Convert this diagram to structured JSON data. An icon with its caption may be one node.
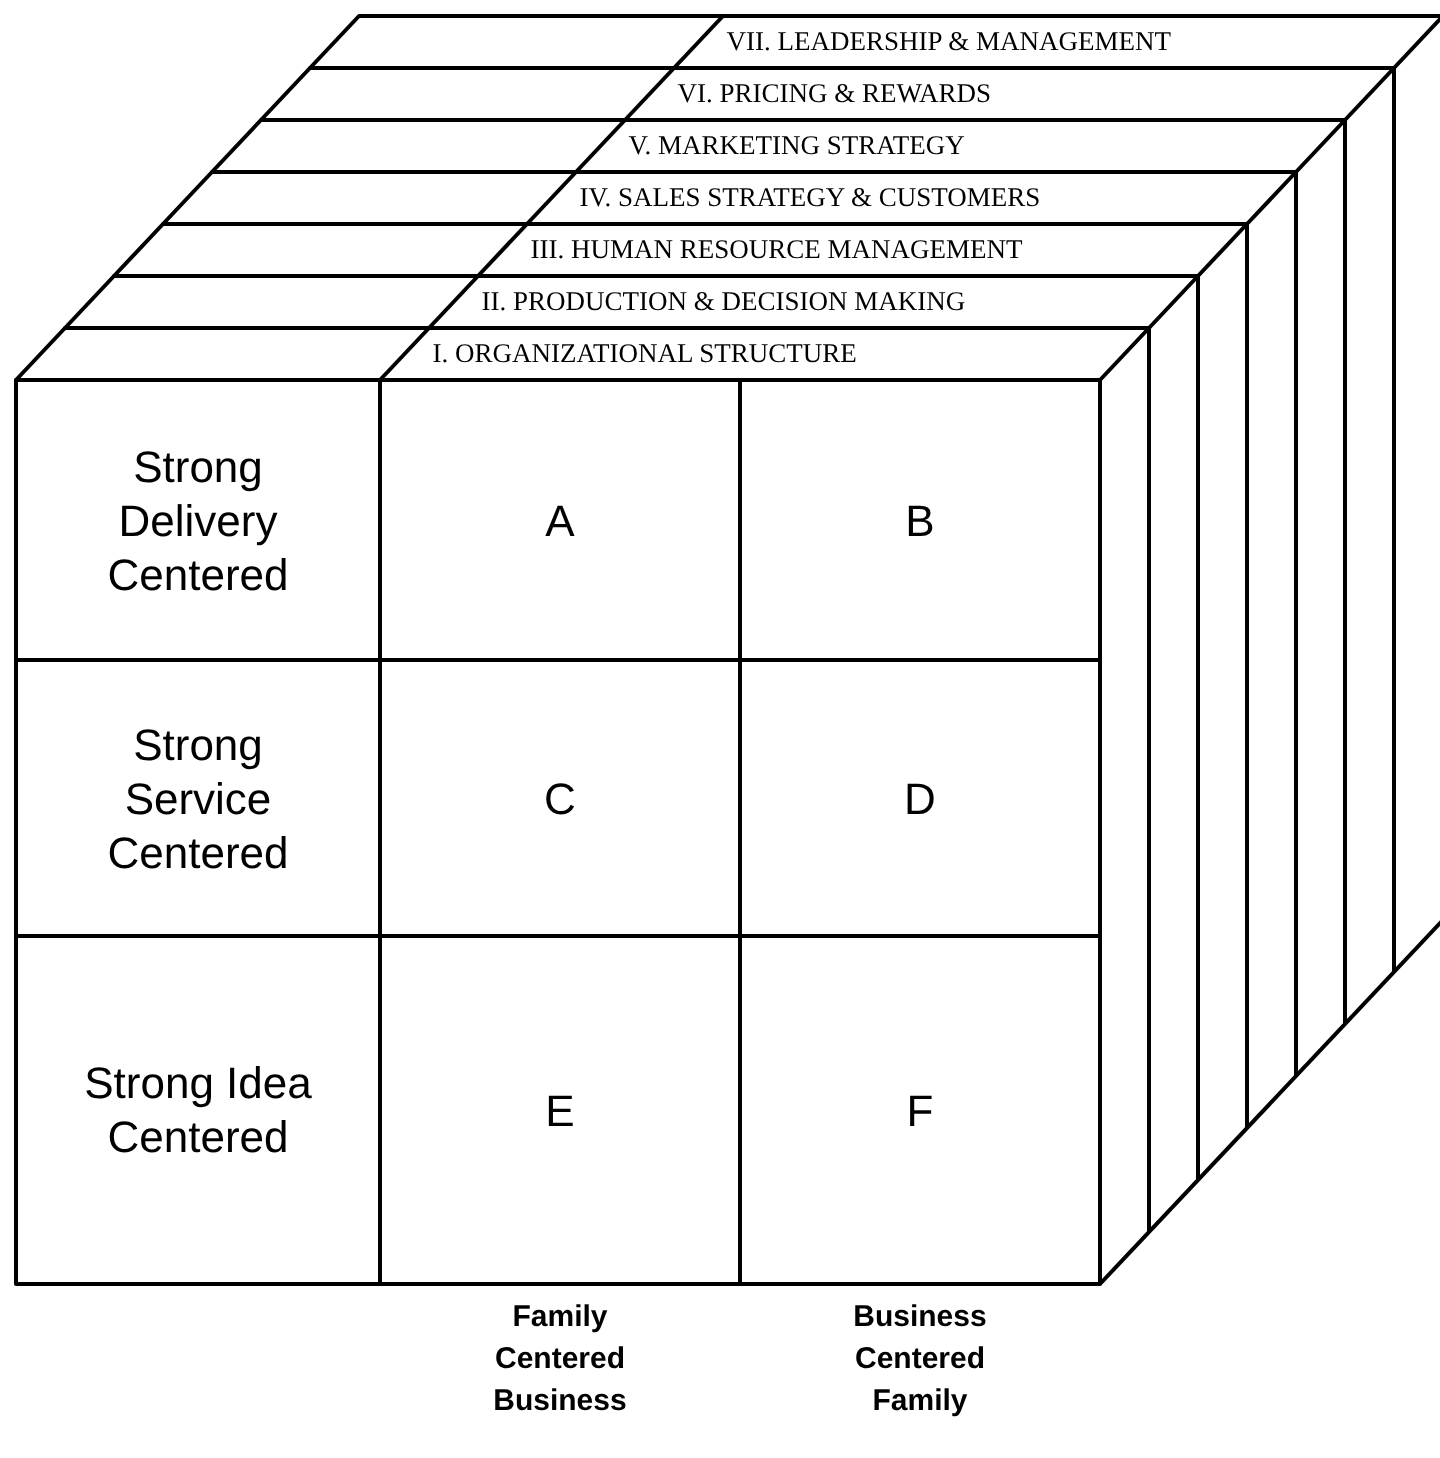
{
  "diagram": {
    "nodes": [
      {
        "text": [
          "VII. LEADERSHIP & MANAGEMENT"
        ]
      },
      {
        "text": [
          "VI. PRICING & REWARDS"
        ]
      },
      {
        "text": [
          "V. MARKETING STRATEGY"
        ]
      },
      {
        "text": [
          "IV. SALES STRATEGY & CUSTOMERS"
        ]
      },
      {
        "text": [
          "III. HUMAN RESOURCE MANAGEMENT"
        ]
      },
      {
        "text": [
          "II. PRODUCTION & DECISION MAKING"
        ]
      },
      {
        "text": [
          "I. ORGANIZATIONAL STRUCTURE"
        ]
      },
      {
        "text": [
          "Strong Delivery Centered"
        ]
      },
      {
        "text": [
          "A"
        ]
      },
      {
        "text": [
          "B"
        ]
      },
      {
        "text": [
          "Strong Service Centered"
        ]
      },
      {
        "text": [
          "C"
        ]
      },
      {
        "text": [
          "D"
        ]
      },
      {
        "text": [
          "Strong Idea Centered"
        ]
      },
      {
        "text": [
          "E"
        ]
      },
      {
        "text": [
          "F"
        ]
      },
      {
        "text": [
          "Family Centered Business"
        ]
      },
      {
        "text": [
          "Business Centered Family"
        ]
      }
    ]
  }
}
